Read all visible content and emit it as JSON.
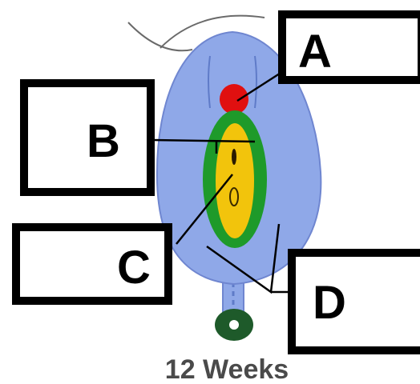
{
  "labels": {
    "a": "A",
    "b": "B",
    "c": "C",
    "d": "D"
  },
  "caption": "12 Weeks",
  "colors": {
    "body_fill": "#8fa8e8",
    "body_stroke": "#6f86d0",
    "glans_red": "#e01010",
    "outer_green": "#1e9a2a",
    "inner_yellow": "#f2c40c",
    "stalk_green": "#1e5a2a",
    "label_border": "#000000"
  }
}
